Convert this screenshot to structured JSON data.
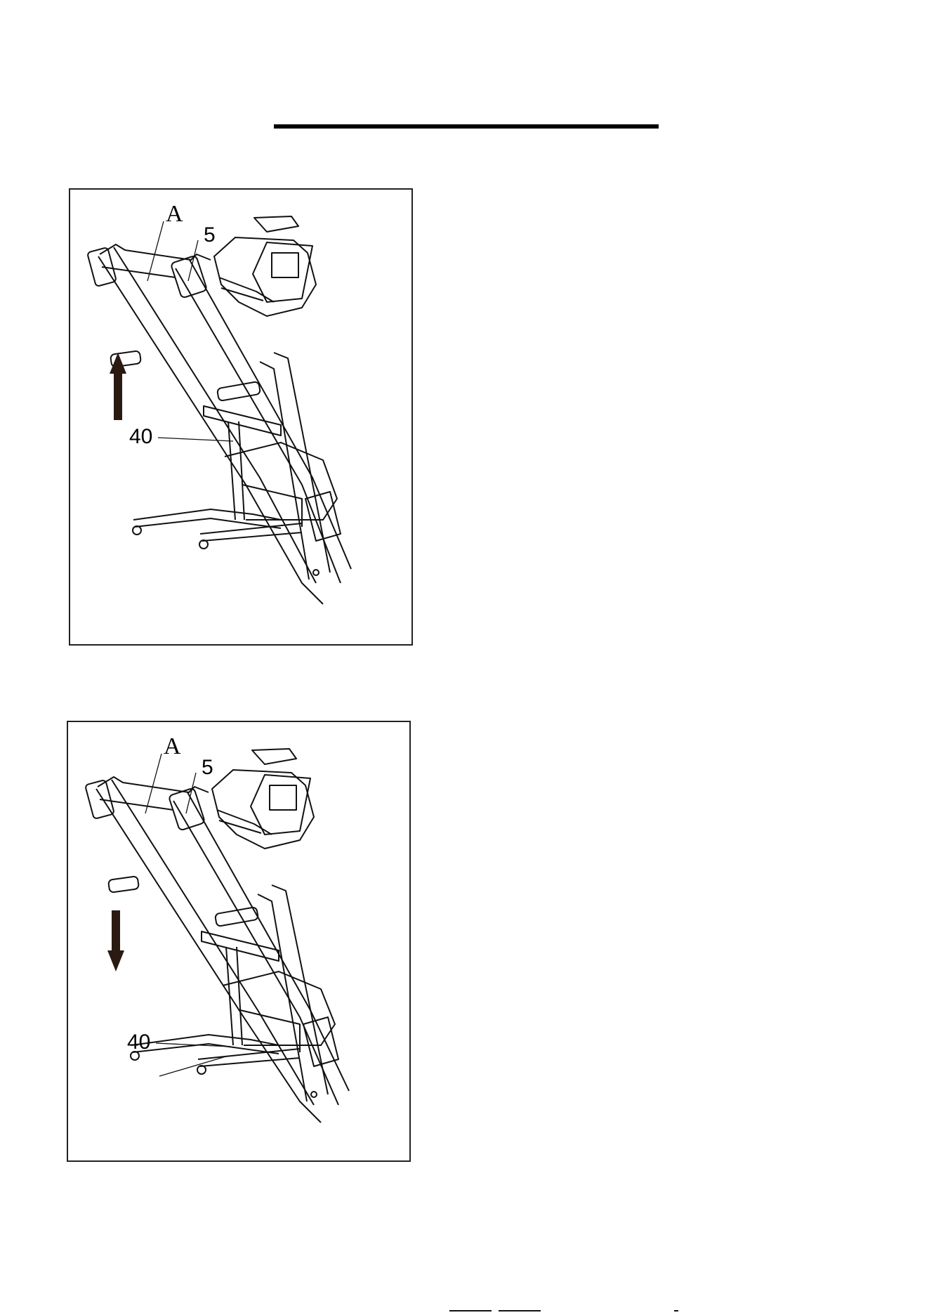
{
  "figures": [
    {
      "id": "fig1",
      "arrow": "up",
      "labels": {
        "frame": "A",
        "upright": "5",
        "cylinder": "40"
      }
    },
    {
      "id": "fig2",
      "arrow": "down",
      "labels": {
        "frame": "A",
        "upright": "5",
        "cylinder": "40"
      }
    }
  ],
  "colors": {
    "line": "#111111",
    "arrow": "#2a1a12"
  }
}
